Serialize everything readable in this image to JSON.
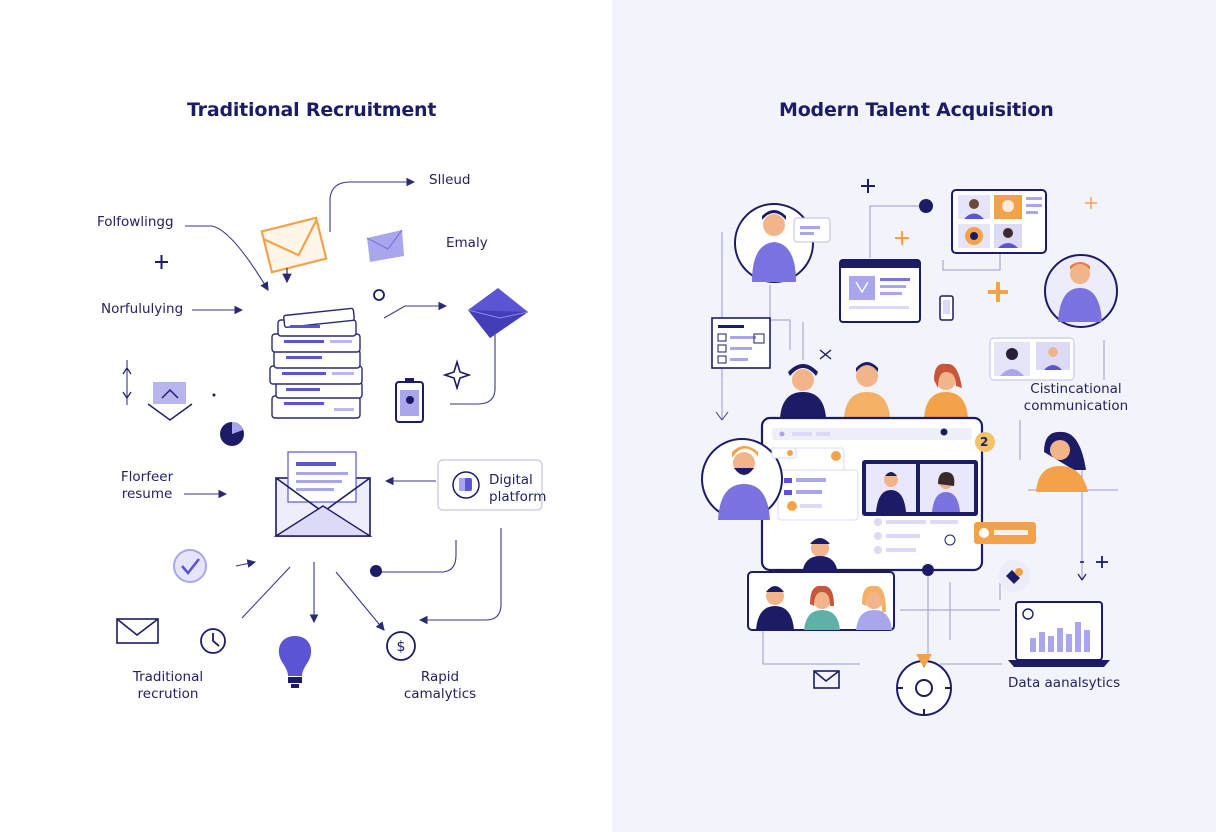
{
  "left": {
    "title": "Traditional Recruitment",
    "labels": {
      "followings": "Folfowlingg",
      "sleud": "Slleud",
      "emaly": "Emaly",
      "norfululiving": "Norfululying",
      "florfeer_line1": "Florfeer",
      "florfeer_line2": "resume",
      "digital_line1": "Digital",
      "digital_line2": "platform",
      "traditional_line1": "Traditional",
      "traditional_line2": "recrution",
      "rapid_line1": "Rapid",
      "rapid_line2": "camalytics"
    }
  },
  "right": {
    "title": "Modern Talent Acquisition",
    "labels": {
      "communication_line1": "Cistincational",
      "communication_line2": "communication",
      "data_analytics": "Data aanalsytics",
      "badge": "2"
    }
  },
  "colors": {
    "navy": "#1c1c66",
    "purple": "#5b55d6",
    "lavender": "#a9a6ee",
    "orange": "#f4a24a",
    "left_bg": "#ffffff",
    "right_bg": "#f3f3fb"
  }
}
